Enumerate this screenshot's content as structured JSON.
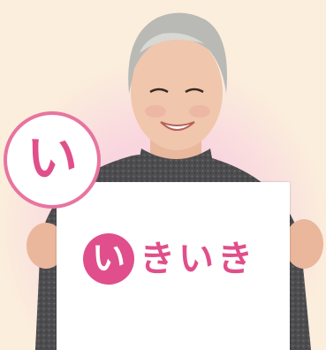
{
  "badge": {
    "char": "い"
  },
  "sign": {
    "first_char": "い",
    "rest": "きいき"
  },
  "colors": {
    "background": "#fbeedc",
    "glow": "#f7c8d6",
    "accent_pink": "#e04f8b",
    "badge_border": "#e8749f",
    "sweater": "#4a4a4d",
    "hair": "#b9b9b6",
    "skin": "#f0c6ad"
  }
}
